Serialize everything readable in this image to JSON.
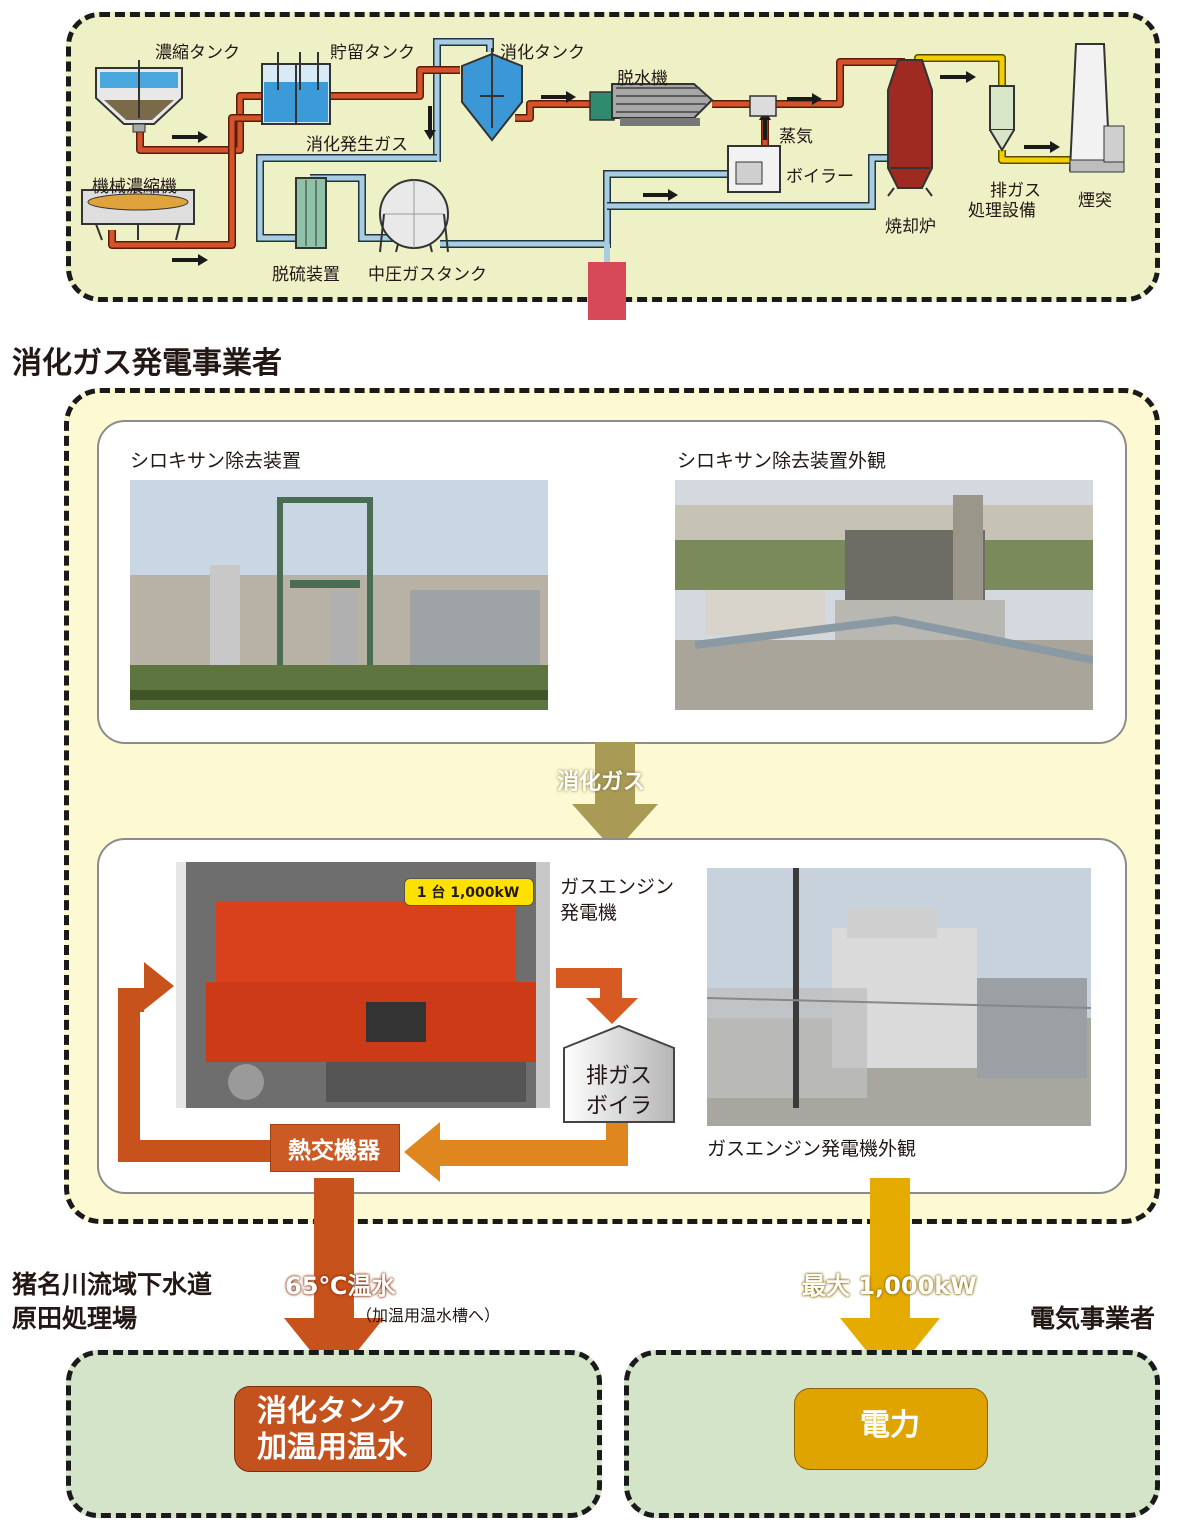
{
  "process": {
    "thickening_tank": "濃縮タンク",
    "storage_tank": "貯留タンク",
    "digestion_tank": "消化タンク",
    "dewatering_machine": "脱水機",
    "mechanical_thickener": "機械濃縮機",
    "digestion_gas": "消化発生ガス",
    "steam": "蒸気",
    "boiler": "ボイラー",
    "desulfurizer": "脱硫装置",
    "gas_tank": "中圧ガスタンク",
    "incinerator": "焼却炉",
    "exhaust_treatment_line1": "排ガス",
    "exhaust_treatment_line2": "処理設備",
    "chimney": "煙突"
  },
  "operator_title": "消化ガス発電事業者",
  "siloxane": {
    "left_caption": "シロキサン除去装置",
    "right_caption": "シロキサン除去装置外観"
  },
  "flow_gas_label": "消化ガス",
  "engine": {
    "badge": "1 台 1,000kW",
    "caption_line1": "ガスエンジン",
    "caption_line2": "発電機",
    "exhaust_boiler_line1": "排ガス",
    "exhaust_boiler_line2": "ボイラ",
    "heat_exchanger": "熱交機器",
    "exterior_caption": "ガスエンジン発電機外観"
  },
  "hot_water_label": "65℃温水",
  "hot_water_note": "（加温用温水槽へ）",
  "max_power_label": "最大 1,000kW",
  "plant_name_line1": "猪名川流域下水道",
  "plant_name_line2": "原田処理場",
  "utility_name": "電気事業者",
  "output_left_line1": "消化タンク",
  "output_left_line2": "加温用温水",
  "output_right": "電力",
  "colors": {
    "top_panel": "#eef0c6",
    "middle_panel": "#fdf9d2",
    "bottom_panel": "#d3e4c9",
    "pipe_orange": "#d4532a",
    "pipe_blue": "#a9cde0",
    "pipe_yellow": "#f2d000",
    "arrow_red": "#c8001a",
    "arrow_olive": "#a99a55",
    "arrow_orange_dark": "#c8521c",
    "arrow_amber": "#e6ab00",
    "heat_box": "#cb5a24",
    "output_left_box": "#c4521f",
    "output_right_box": "#e0a400"
  }
}
